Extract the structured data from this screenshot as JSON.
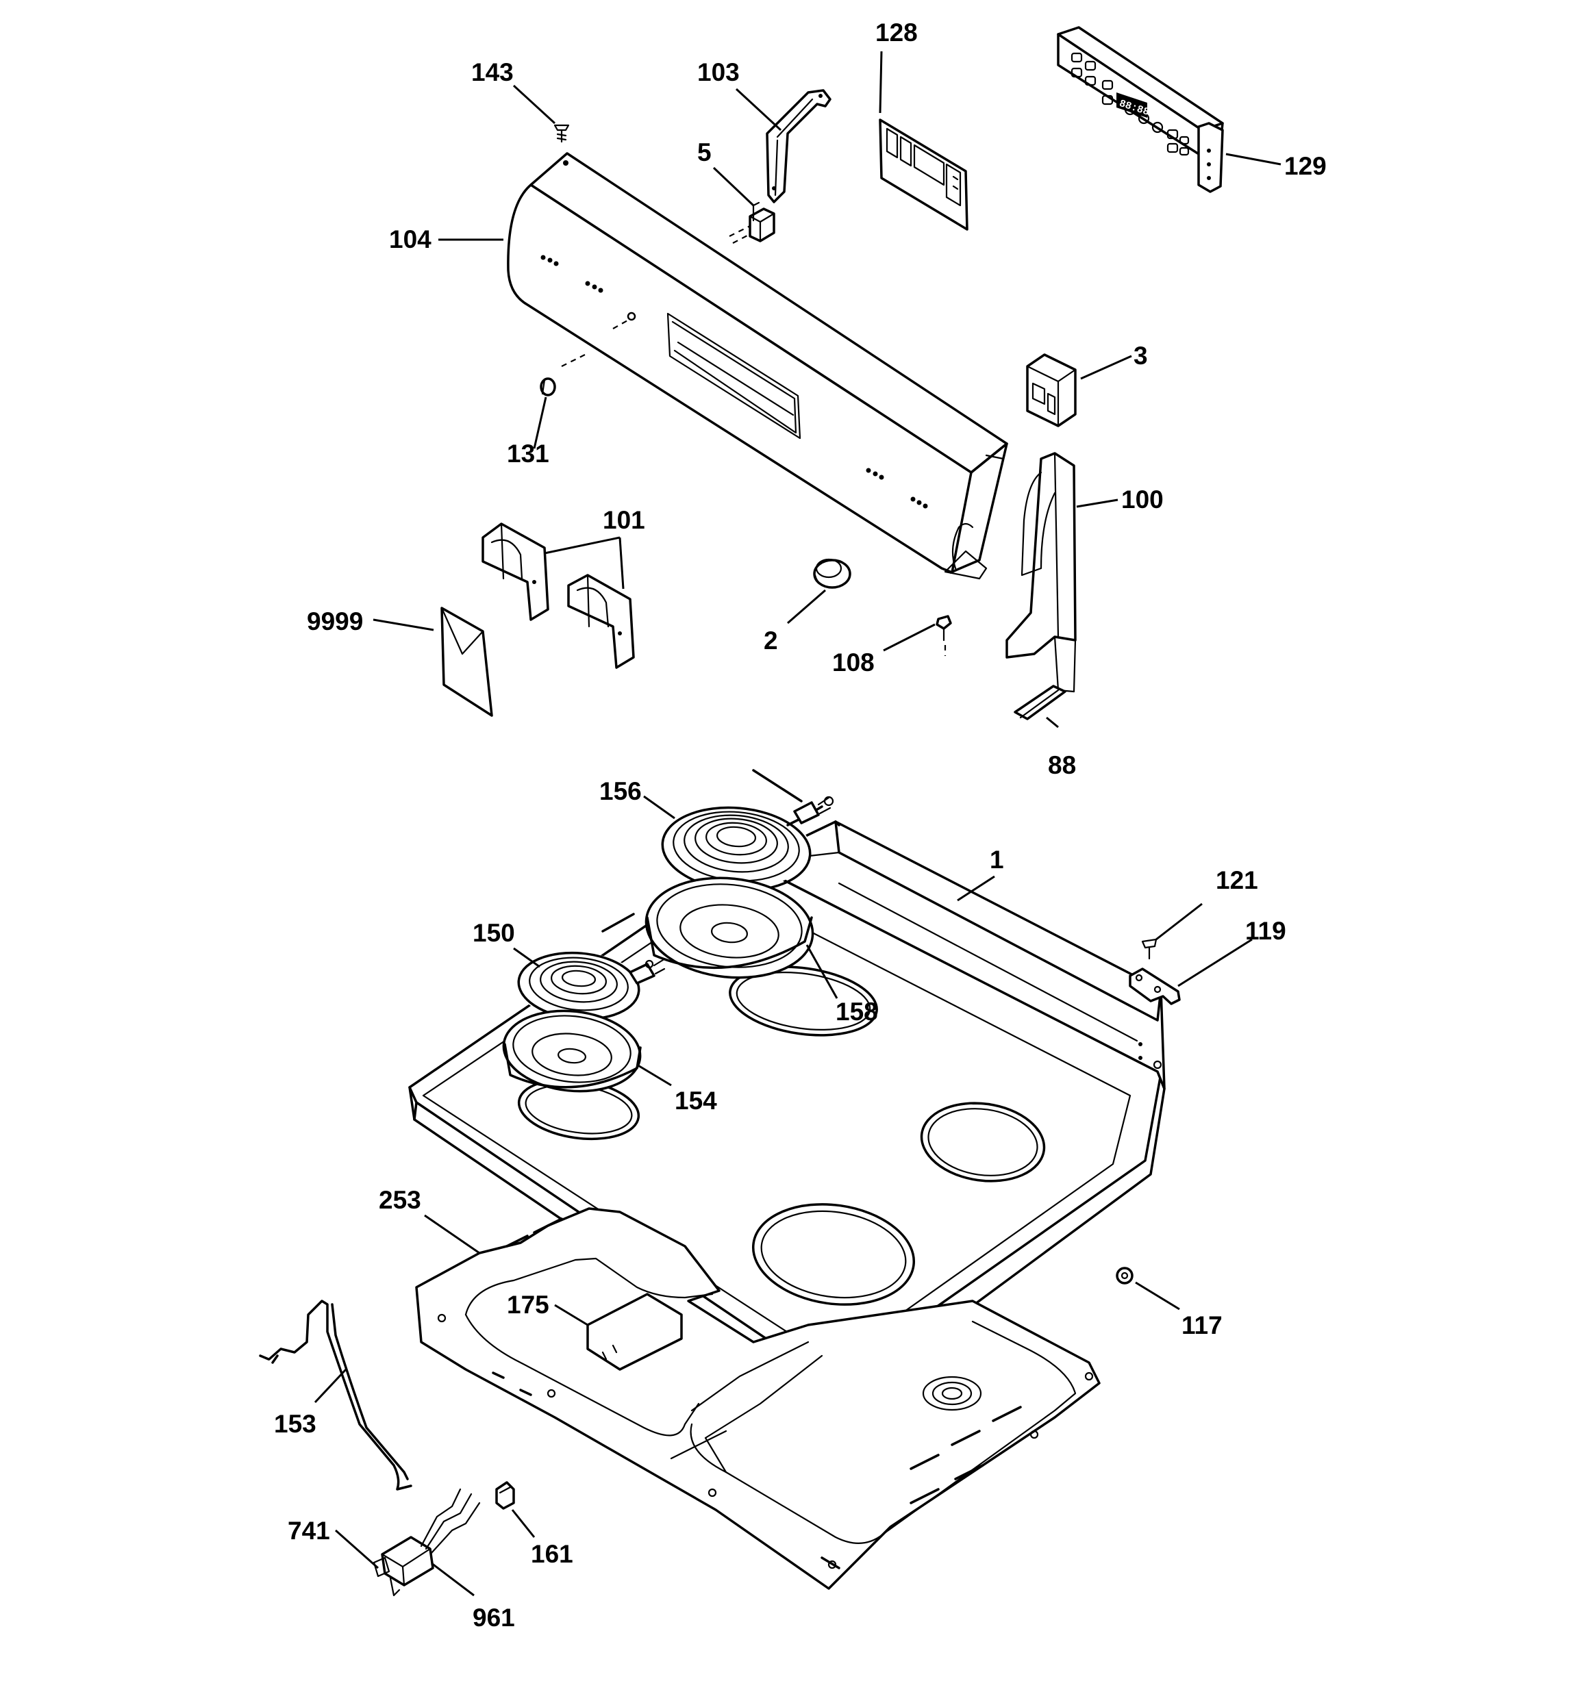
{
  "diagram": {
    "callouts": [
      {
        "id": "c143",
        "label": "143"
      },
      {
        "id": "c103",
        "label": "103"
      },
      {
        "id": "c128",
        "label": "128"
      },
      {
        "id": "c129",
        "label": "129"
      },
      {
        "id": "c5",
        "label": "5"
      },
      {
        "id": "c104",
        "label": "104"
      },
      {
        "id": "c3",
        "label": "3"
      },
      {
        "id": "c131",
        "label": "131"
      },
      {
        "id": "c100",
        "label": "100"
      },
      {
        "id": "c101",
        "label": "101"
      },
      {
        "id": "c9999",
        "label": "9999"
      },
      {
        "id": "c2",
        "label": "2"
      },
      {
        "id": "c108",
        "label": "108"
      },
      {
        "id": "c88",
        "label": "88"
      },
      {
        "id": "c156",
        "label": "156"
      },
      {
        "id": "c1",
        "label": "1"
      },
      {
        "id": "c121",
        "label": "121"
      },
      {
        "id": "c119",
        "label": "119"
      },
      {
        "id": "c150",
        "label": "150"
      },
      {
        "id": "c158",
        "label": "158"
      },
      {
        "id": "c154",
        "label": "154"
      },
      {
        "id": "c253",
        "label": "253"
      },
      {
        "id": "c175",
        "label": "175"
      },
      {
        "id": "c117",
        "label": "117"
      },
      {
        "id": "c153",
        "label": "153"
      },
      {
        "id": "c741",
        "label": "741"
      },
      {
        "id": "c161",
        "label": "161"
      },
      {
        "id": "c961",
        "label": "961"
      }
    ],
    "display_readout": "88:88"
  }
}
